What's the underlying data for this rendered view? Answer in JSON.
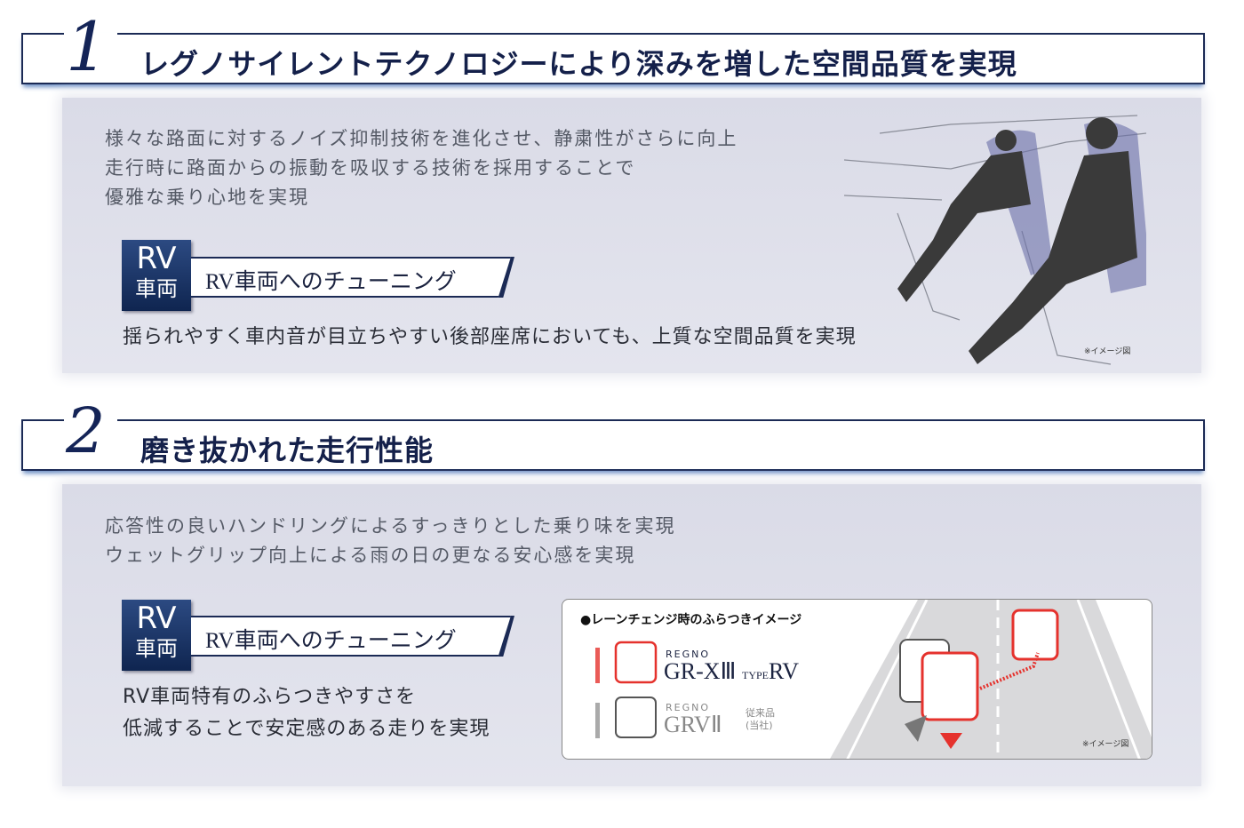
{
  "sections": [
    {
      "number": "1",
      "title": "レグノサイレントテクノロジーにより深みを増した空間品質を実現",
      "body": [
        "様々な路面に対するノイズ抑制技術を進化させ、静粛性がさらに向上",
        "走行時に路面からの振動を吸収する技術を採用することで",
        "優雅な乗り心地を実現"
      ],
      "badge": {
        "top": "RV",
        "bottom": "車両"
      },
      "tuning_label": "RV車両へのチューニング",
      "sentence": [
        "揺られやすく車内音が目立ちやすい後部座席においても、上質な空間品質を実現"
      ],
      "image_note": "※イメージ図"
    },
    {
      "number": "2",
      "title": "磨き抜かれた走行性能",
      "body": [
        "応答性の良いハンドリングによるすっきりとした乗り味を実現",
        "ウェットグリップ向上による雨の日の更なる安心感を実現"
      ],
      "badge": {
        "top": "RV",
        "bottom": "車両"
      },
      "tuning_label": "RV車両へのチューニング",
      "sentence": [
        "RV車両特有のふらつきやすさを",
        "低減することで安定感のある走りを実現"
      ],
      "lane": {
        "title": "●レーンチェンジ時のふらつきイメージ",
        "p1_brand": "REGNO",
        "p1_model": "GR-XⅢ",
        "p1_type": "TYPE",
        "p1_suffix": "RV",
        "p2_brand": "REGNO",
        "p2_model": "GRVⅡ",
        "p2_note1": "従来品",
        "p2_note2": "(当社)",
        "note": "※イメージ図"
      }
    }
  ],
  "colors": {
    "navy": "#1b2a55",
    "red": "#e5322d"
  }
}
